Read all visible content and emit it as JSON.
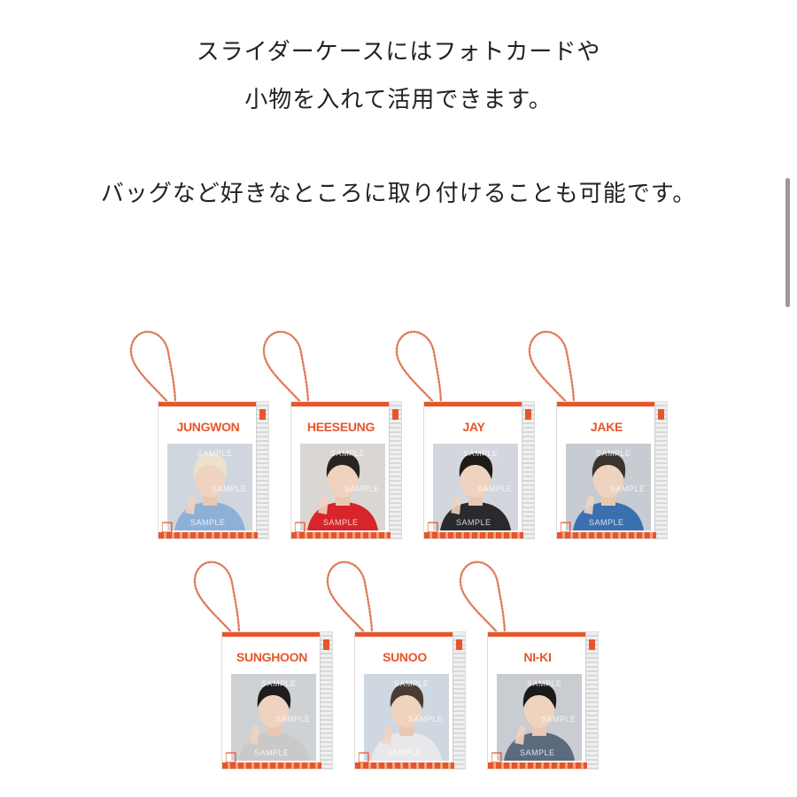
{
  "description": {
    "line1": "スライダーケースにはフォトカードや",
    "line2": "小物を入れて活用できます。",
    "line3": "バッグなど好きなところに取り付けることも可能です。"
  },
  "products": [
    {
      "name": "JUNGWON",
      "watermark": "SAMPLE",
      "photo_bg": "#cfd6de",
      "hair": "#e9e2cf",
      "shirt": "#8fb0d6"
    },
    {
      "name": "HEESEUNG",
      "watermark": "SAMPLE",
      "photo_bg": "#d9d6d3",
      "hair": "#2a2420",
      "shirt": "#d8252a"
    },
    {
      "name": "JAY",
      "watermark": "SAMPLE",
      "photo_bg": "#d3d6dc",
      "hair": "#1f1b19",
      "shirt": "#2a2a2e"
    },
    {
      "name": "JAKE",
      "watermark": "SAMPLE",
      "photo_bg": "#c7ccd2",
      "hair": "#3b342e",
      "shirt": "#3a6fb0"
    },
    {
      "name": "SUNGHOON",
      "watermark": "SAMPLE",
      "photo_bg": "#cfd2d4",
      "hair": "#1e1c1c",
      "shirt": "#c9c9c9"
    },
    {
      "name": "SUNOO",
      "watermark": "SAMPLE",
      "photo_bg": "#cfd7e0",
      "hair": "#4a3c33",
      "shirt": "#e8e8ea"
    },
    {
      "name": "NI-KI",
      "watermark": "SAMPLE",
      "photo_bg": "#c9ccd0",
      "hair": "#1d1a1a",
      "shirt": "#5b6b7e"
    }
  ],
  "colors": {
    "accent": "#e8552a",
    "chain": "#e07a5a"
  }
}
